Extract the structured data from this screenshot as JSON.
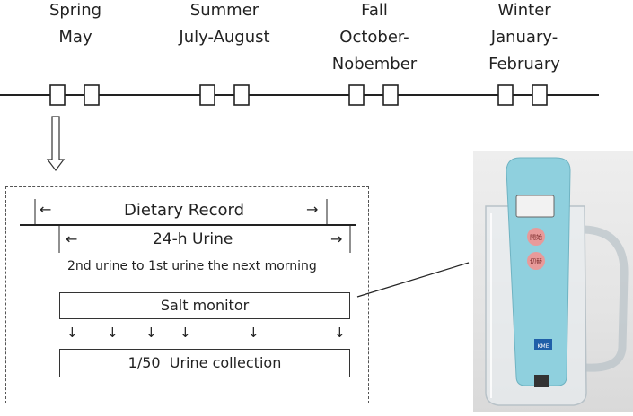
{
  "seasons": [
    {
      "name": "Spring",
      "months": [
        "May"
      ]
    },
    {
      "name": "Summer",
      "months": [
        "July-August"
      ]
    },
    {
      "name": "Fall",
      "months": [
        "October-",
        "Nobember"
      ]
    },
    {
      "name": "Winter",
      "months": [
        "January-",
        "February"
      ]
    }
  ],
  "protocol": {
    "dietary_record": "Dietary Record",
    "urine_24h": "24-h Urine",
    "urine_window_note": "2nd urine to 1st urine the next morning",
    "salt_monitor": "Salt monitor",
    "urine_collection": "1/50  Urine collection",
    "arrow_left": "←",
    "arrow_right": "→",
    "arrow_down": "↓"
  },
  "device": {
    "button_1": "開始",
    "button_2": "切替",
    "logo": "KME"
  },
  "colors": {
    "device_body": "#8fd0de",
    "device_button": "#e89a9a",
    "device_screen": "#f2f2f2",
    "device_logo": "#1f5fa8"
  }
}
